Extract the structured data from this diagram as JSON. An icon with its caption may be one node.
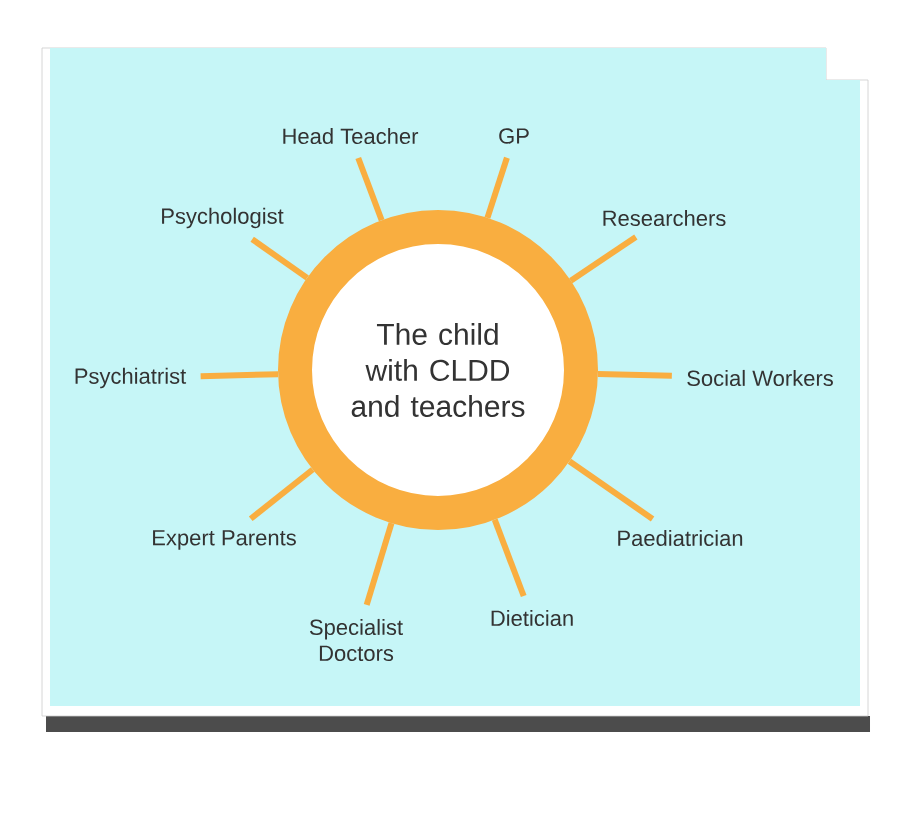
{
  "diagram": {
    "nodes": [
      {
        "text": [
          "The child with CLDD and teachers"
        ]
      },
      {
        "text": [
          "Head Teacher"
        ]
      },
      {
        "text": [
          "GP"
        ]
      },
      {
        "text": [
          "Psychologist"
        ]
      },
      {
        "text": [
          "Researchers"
        ]
      },
      {
        "text": [
          "Psychiatrist"
        ]
      },
      {
        "text": [
          "Social Workers"
        ]
      },
      {
        "text": [
          "Expert Parents"
        ]
      },
      {
        "text": [
          "Paediatrician"
        ]
      },
      {
        "text": [
          "Specialist Doctors"
        ]
      },
      {
        "text": [
          "Dietician"
        ]
      }
    ],
    "edges": [
      {
        "from": 0,
        "to": 1,
        "arrow": "none"
      },
      {
        "from": 0,
        "to": 2,
        "arrow": "none"
      },
      {
        "from": 0,
        "to": 3,
        "arrow": "none"
      },
      {
        "from": 0,
        "to": 4,
        "arrow": "none"
      },
      {
        "from": 0,
        "to": 5,
        "arrow": "none"
      },
      {
        "from": 0,
        "to": 6,
        "arrow": "none"
      },
      {
        "from": 0,
        "to": 7,
        "arrow": "none"
      },
      {
        "from": 0,
        "to": 8,
        "arrow": "none"
      },
      {
        "from": 0,
        "to": 9,
        "arrow": "none"
      },
      {
        "from": 0,
        "to": 10,
        "arrow": "none"
      }
    ]
  }
}
